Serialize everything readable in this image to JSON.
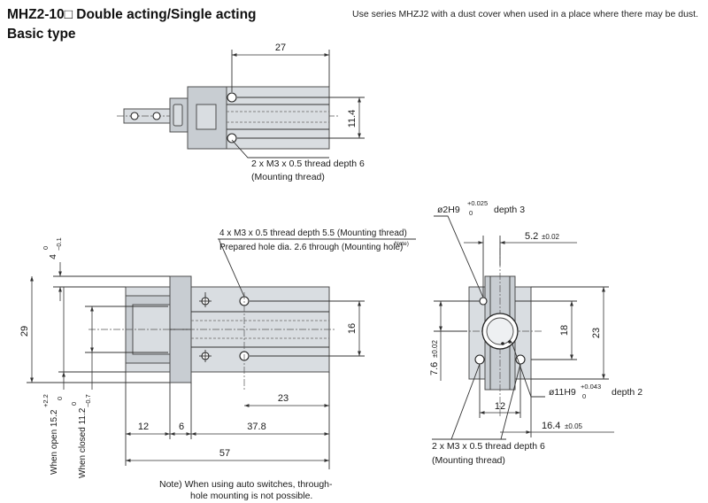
{
  "header": {
    "title_line1": "MHZ2-10□ Double acting/Single acting",
    "title_line2": "Basic type",
    "note": "Use series MHZJ2 with a dust cover when used in a place where there may be dust."
  },
  "top_view": {
    "dim_width": "27",
    "dim_height": "11.4",
    "thread_line1": "2 x M3 x 0.5 thread depth 6",
    "thread_line2": "(Mounting thread)"
  },
  "side_view": {
    "thread_line": "4 x M3 x 0.5 thread depth 5.5 (Mounting thread)",
    "hole_line": "Prepared hole dia. 2.6 through  (Mounting hole)",
    "hole_note_sup": "Note)",
    "dim_4_main": "4",
    "dim_4_tol_upper": "0",
    "dim_4_tol_lower": "−0.1",
    "dim_29": "29",
    "dim_16": "16",
    "dim_23": "23",
    "dim_12": "12",
    "dim_6": "6",
    "dim_37_8": "37.8",
    "dim_57": "57",
    "open_label": "When open 15.2",
    "open_tol_upper": "+2.2",
    "open_tol_lower": "0",
    "closed_label": "When closed 11.2",
    "closed_tol_upper": "0",
    "closed_tol_lower": "−0.7",
    "note_line1": "Note) When  using  auto  switches,  through-",
    "note_line2": "hole mounting is not possible."
  },
  "end_view": {
    "pin_hole_label": "ø2H9",
    "pin_hole_tol_upper": "+0.025",
    "pin_hole_tol_lower": "0",
    "pin_hole_depth": "depth 3",
    "dim_5_2": "5.2",
    "dim_5_2_tol": "±0.02",
    "dim_18": "18",
    "dim_23": "23",
    "dim_7_6": "7.6",
    "dim_7_6_tol": "±0.02",
    "bore_label": "ø11H9",
    "bore_tol_upper": "+0.043",
    "bore_tol_lower": "0",
    "bore_depth": "depth 2",
    "dim_12": "12",
    "dim_16_4": "16.4",
    "dim_16_4_tol": "±0.05",
    "thread_line1": "2 x M3 x 0.5 thread depth 6",
    "thread_line2": "(Mounting thread)"
  }
}
